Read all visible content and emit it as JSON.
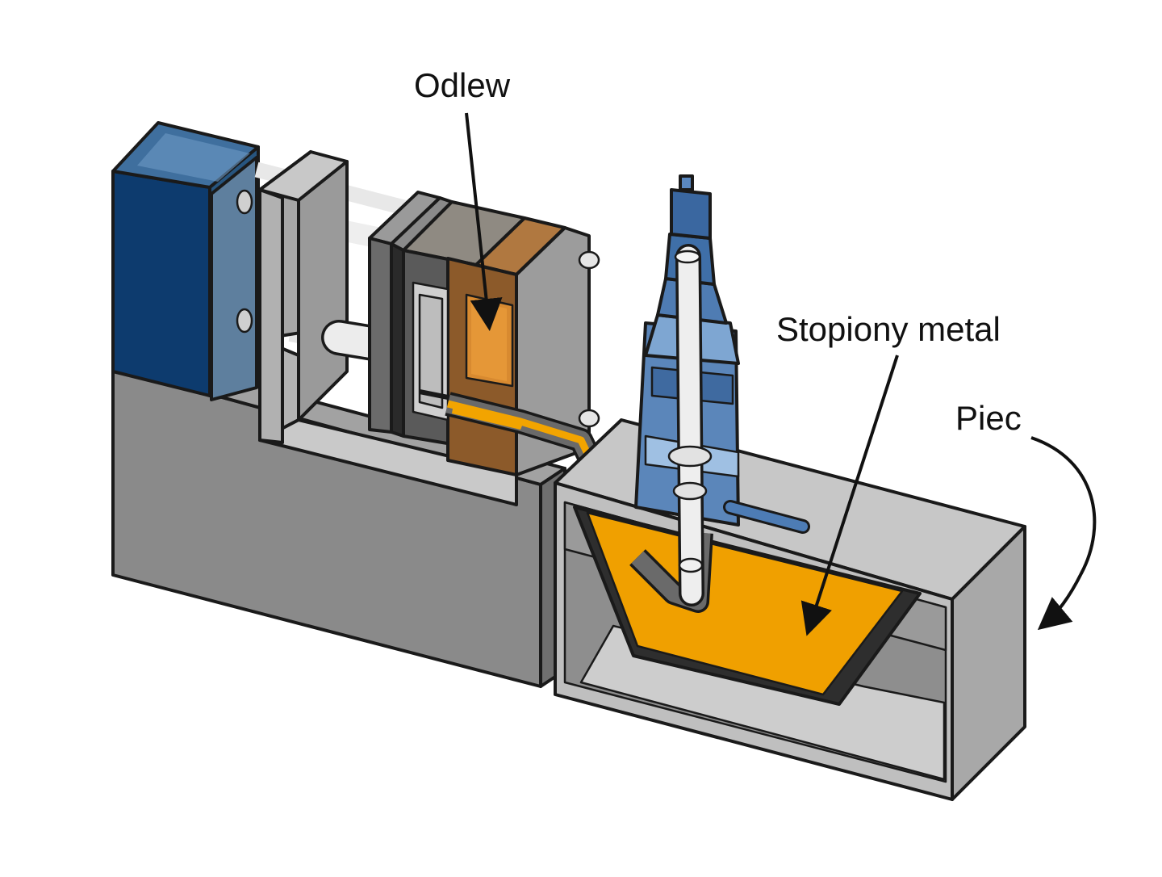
{
  "labels": {
    "casting": "Odlew",
    "molten_metal": "Stopiony metal",
    "furnace": "Piec"
  },
  "colors": {
    "machine_gray": "#8c8c8c",
    "frame_light": "#b9b9b9",
    "cylinder_blue": "#1f4f80",
    "plunger_blue": "#4f80b8",
    "molten_orange": "#f0a000",
    "mold_brown": "#9a6030"
  }
}
